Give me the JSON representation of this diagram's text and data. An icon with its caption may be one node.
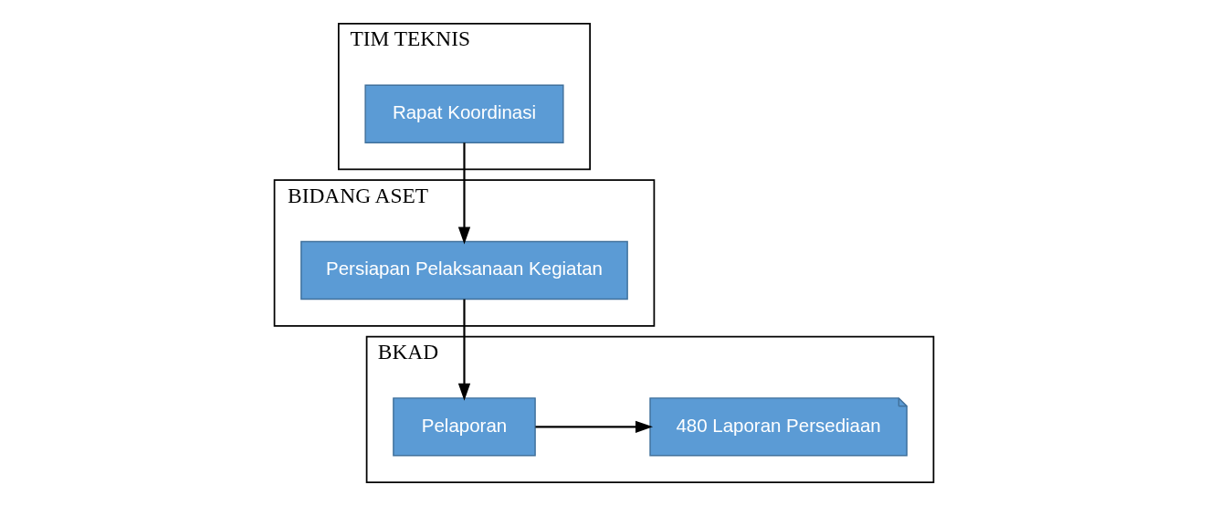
{
  "diagram": {
    "nodes": [
      {
        "text": [
          "TIM TEKNIS"
        ]
      },
      {
        "text": [
          "Rapat Koordinasi"
        ],
        "in": 0
      },
      {
        "text": [
          "BIDANG ASET"
        ]
      },
      {
        "text": [
          "Persiapan Pelaksanaan Kegiatan"
        ],
        "in": 2
      },
      {
        "text": [
          "BKAD"
        ]
      },
      {
        "text": [
          "Pelaporan"
        ],
        "in": 4
      },
      {
        "text": [
          "480 Laporan Persediaan"
        ],
        "in": 4
      }
    ],
    "edges": [
      {
        "from": 1,
        "to": 3,
        "arrow": "to"
      },
      {
        "from": 3,
        "to": 5,
        "arrow": "to"
      },
      {
        "from": 5,
        "to": 6,
        "arrow": "to"
      }
    ]
  }
}
